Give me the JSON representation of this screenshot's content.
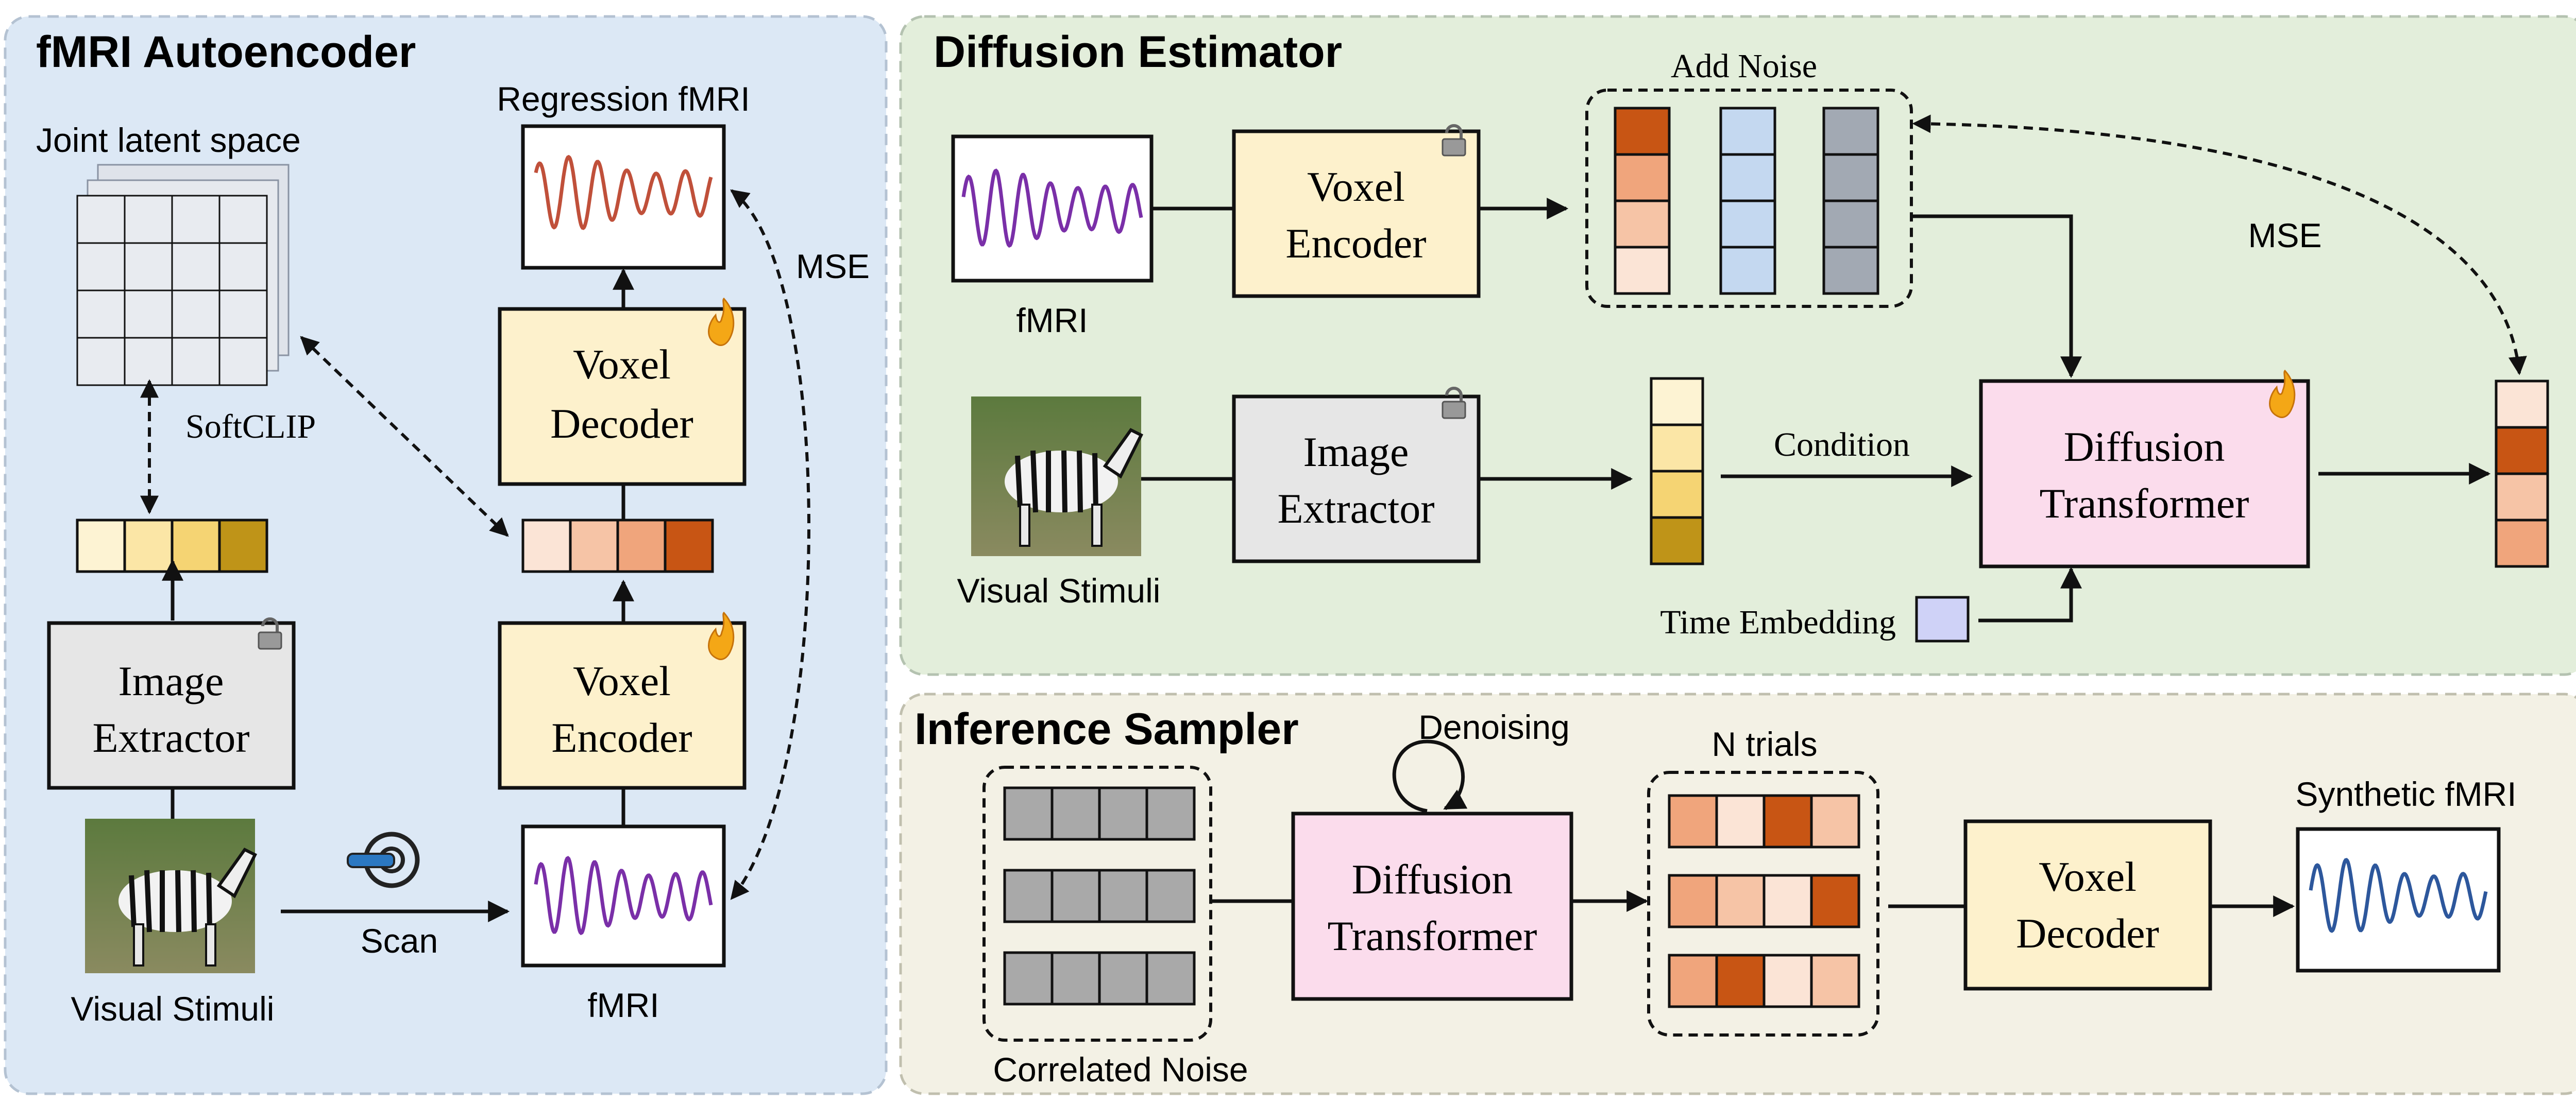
{
  "panels": {
    "autoencoder": {
      "title": "fMRI Autoencoder",
      "joint_latent": "Joint latent space",
      "softclip": "SoftCLIP",
      "image_extractor": [
        "Image",
        "Extractor"
      ],
      "visual_stimuli": "Visual Stimuli",
      "scan": "Scan",
      "fmri": "fMRI",
      "voxel_encoder": [
        "Voxel",
        "Encoder"
      ],
      "voxel_decoder": [
        "Voxel",
        "Decoder"
      ],
      "regression_fmri": "Regression fMRI",
      "mse": "MSE"
    },
    "estimator": {
      "title": "Diffusion Estimator",
      "fmri": "fMRI",
      "voxel_encoder": [
        "Voxel",
        "Encoder"
      ],
      "add_noise": "Add Noise",
      "image_extractor": [
        "Image",
        "Extractor"
      ],
      "visual_stimuli": "Visual Stimuli",
      "condition": "Condition",
      "time_embedding": "Time Embedding",
      "diffusion_transformer": [
        "Diffusion",
        "Transformer"
      ],
      "mse": "MSE"
    },
    "sampler": {
      "title": "Inference Sampler",
      "correlated_noise": "Correlated Noise",
      "denoising": "Denoising",
      "diffusion_transformer": [
        "Diffusion",
        "Transformer"
      ],
      "n_trials": "N trials",
      "voxel_decoder": [
        "Voxel",
        "Decoder"
      ],
      "synthetic_fmri": "Synthetic fMRI"
    }
  },
  "colors": {
    "panel_blue": "#dce8f5",
    "panel_green": "#e3eedb",
    "panel_beige": "#f3f1e5",
    "voxel_box": "#fdf1cc",
    "extractor_box": "#e6e6e6",
    "transformer_box": "#fbdcec",
    "signal_purple": "#7a2fa8",
    "signal_red": "#c0503a",
    "signal_blue": "#2d579c",
    "time_embedding": "#cfd2f7"
  },
  "palettes": {
    "latent_yellow": [
      "#fdf3d3",
      "#fbe6a6",
      "#f5d473",
      "#bf9418"
    ],
    "latent_orange": [
      "#fbe4d6",
      "#f6c4a6",
      "#f0a57c",
      "#c85514"
    ],
    "noise_orange_col": [
      "#c85514",
      "#f0a57c",
      "#f6c4a6",
      "#fbe4d6"
    ],
    "noise_blue_col": [
      "#c4d8f0",
      "#c4d8f0",
      "#c4d8f0",
      "#c4d8f0"
    ],
    "noise_gray_col": [
      "#a2a9b3",
      "#a2a9b3",
      "#a2a9b3",
      "#a2a9b3"
    ],
    "cond_col": [
      "#fdf3d3",
      "#fbe6a6",
      "#f5d473",
      "#bf9418"
    ],
    "out_col": [
      "#fbe4d6",
      "#c85514",
      "#f6c4a6",
      "#f0a57c"
    ],
    "trials": [
      [
        "#f0a57c",
        "#fbe4d6",
        "#c85514",
        "#f6c4a6"
      ],
      [
        "#f0a57c",
        "#f6c4a6",
        "#fbe4d6",
        "#c85514"
      ],
      [
        "#f0a57c",
        "#c85514",
        "#fbe4d6",
        "#f6c4a6"
      ]
    ]
  }
}
